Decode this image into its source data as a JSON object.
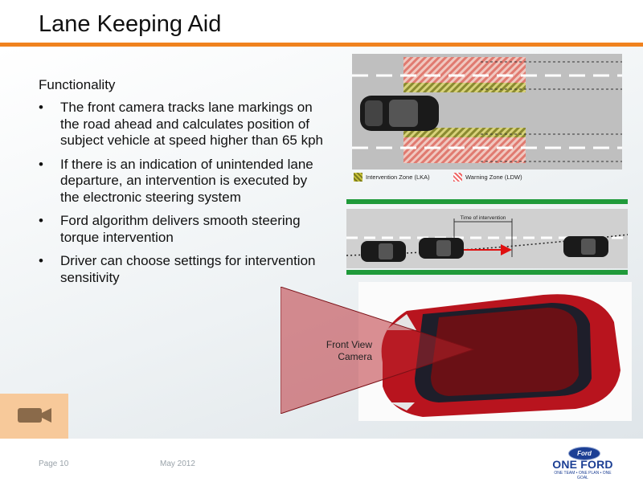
{
  "slide": {
    "title": "Lane Keeping Aid",
    "section_heading": "Functionality",
    "bullets": [
      "The front camera tracks lane markings on the road ahead and calculates position of subject vehicle at speed higher than 65 kph",
      "If there is an indication of unintended lane departure, an intervention is executed by the electronic steering system",
      "Ford algorithm delivers smooth steering torque intervention",
      "Driver can choose settings for intervention sensitivity"
    ]
  },
  "lane_diagram": {
    "legend_lka": "Intervention Zone (LKA)",
    "legend_ldw": "Warning Zone (LDW)"
  },
  "road_diagram": {
    "time_label": "Time of intervention"
  },
  "camera": {
    "label_line1": "Front View",
    "label_line2": "Camera"
  },
  "footer": {
    "page": "Page 10",
    "date": "May 2012",
    "logo_oval": "Ford",
    "logo_text": "ONE FORD",
    "logo_tagline": "ONE TEAM • ONE PLAN • ONE GOAL"
  },
  "colors": {
    "accent_orange": "#f0821e",
    "ford_blue": "#1c3f94",
    "camera_cone": "#b8222a",
    "warning_zone": "#e66666",
    "intervention_zone": "#c8c23a"
  },
  "icons": {
    "video": "video-camera-icon"
  }
}
